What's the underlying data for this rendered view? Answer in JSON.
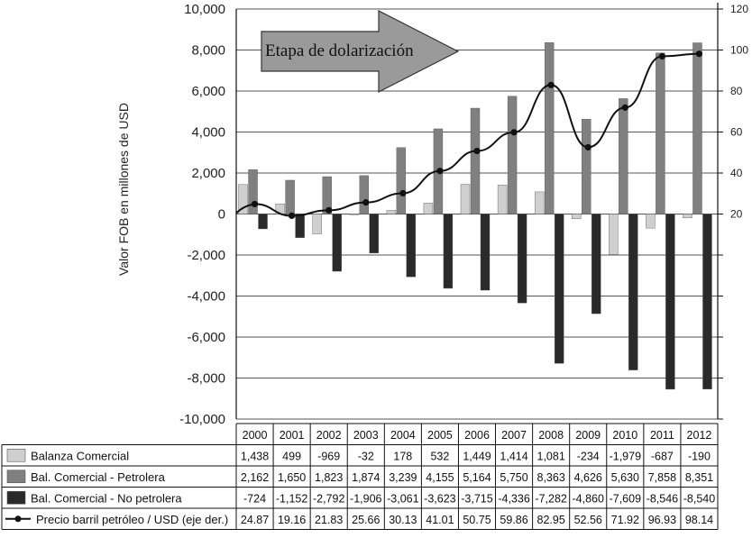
{
  "chart_data": {
    "type": "bar",
    "categories": [
      "2000",
      "2001",
      "2002",
      "2003",
      "2004",
      "2005",
      "2006",
      "2007",
      "2008",
      "2009",
      "2010",
      "2011",
      "2012"
    ],
    "ylabel": "Valor FOB en millones de USD",
    "ylim": [
      -10000,
      10000
    ],
    "y_ticks": [
      "10,000",
      "8,000",
      "6,000",
      "4,000",
      "2,000",
      "0",
      "-2,000",
      "-4,000",
      "-6,000",
      "-8,000",
      "-10,000"
    ],
    "y2lim": [
      -80,
      120
    ],
    "y2_ticks": [
      "120",
      "100",
      "80",
      "60",
      "40",
      "20"
    ],
    "annotation": "Etapa de dolarización",
    "grid": true,
    "series": [
      {
        "name": "Balanza Comercial",
        "kind": "bar",
        "color": "#cfcfcf",
        "values": [
          1438,
          499,
          -969,
          -32,
          178,
          532,
          1449,
          1414,
          1081,
          -234,
          -1979,
          -687,
          -190
        ],
        "labels": [
          "1,438",
          "499",
          "-969",
          "-32",
          "178",
          "532",
          "1,449",
          "1,414",
          "1,081",
          "-234",
          "-1,979",
          "-687",
          "-190"
        ]
      },
      {
        "name": "Bal. Comercial - Petrolera",
        "kind": "bar",
        "color": "#808080",
        "values": [
          2162,
          1650,
          1823,
          1874,
          3239,
          4155,
          5164,
          5750,
          8363,
          4626,
          5630,
          7858,
          8351
        ],
        "labels": [
          "2,162",
          "1,650",
          "1,823",
          "1,874",
          "3,239",
          "4,155",
          "5,164",
          "5,750",
          "8,363",
          "4,626",
          "5,630",
          "7,858",
          "8,351"
        ]
      },
      {
        "name": "Bal. Comercial - No petrolera",
        "kind": "bar",
        "color": "#2a2a2a",
        "values": [
          -724,
          -1152,
          -2792,
          -1906,
          -3061,
          -3623,
          -3715,
          -4336,
          -7282,
          -4860,
          -7609,
          -8546,
          -8540
        ],
        "labels": [
          "-724",
          "-1,152",
          "-2,792",
          "-1,906",
          "-3,061",
          "-3,623",
          "-3,715",
          "-4,336",
          "-7,282",
          "-4,860",
          "-7,609",
          "-8,546",
          "-8,540"
        ]
      },
      {
        "name": "Precio barril petróleo / USD (eje der.)",
        "kind": "line",
        "axis": "right",
        "color": "#111111",
        "values": [
          24.87,
          19.16,
          21.83,
          25.66,
          30.13,
          41.01,
          50.75,
          59.86,
          82.95,
          52.56,
          71.92,
          96.93,
          98.14
        ],
        "labels": [
          "24.87",
          "19.16",
          "21.83",
          "25.66",
          "30.13",
          "41.01",
          "50.75",
          "59.86",
          "82.95",
          "52.56",
          "71.92",
          "96.93",
          "98.14"
        ]
      }
    ]
  }
}
